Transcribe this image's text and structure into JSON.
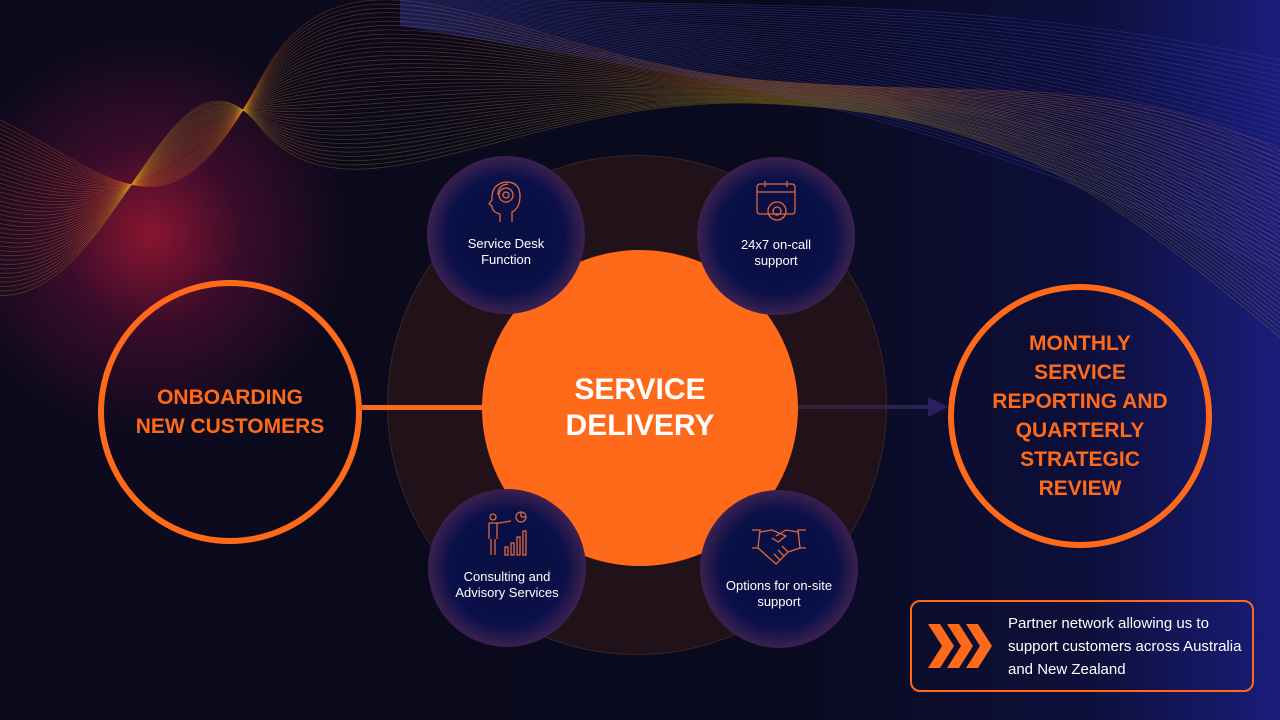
{
  "center": {
    "title_line1": "SERVICE",
    "title_line2": "DELIVERY"
  },
  "left": {
    "line1": "ONBOARDING",
    "line2": "NEW CUSTOMERS"
  },
  "right": {
    "lines": [
      "MONTHLY",
      "SERVICE",
      "REPORTING AND",
      "QUARTERLY",
      "STRATEGIC",
      "REVIEW"
    ]
  },
  "services": [
    {
      "l1": "Service Desk",
      "l2": "Function",
      "icon": "headset-head-icon"
    },
    {
      "l1": "24x7 on-call",
      "l2": "support",
      "icon": "calendar-gear-icon"
    },
    {
      "l1": "Consulting and",
      "l2": "Advisory Services",
      "icon": "presenter-chart-icon"
    },
    {
      "l1": "Options for on-site",
      "l2": "support",
      "icon": "handshake-icon"
    }
  ],
  "callout": {
    "text": "Partner network allowing us to support customers across Australia and New Zealand",
    "icon": "chevrons-right-icon"
  },
  "colors": {
    "accent": "#ff6a1a",
    "bg": "#0a0a1e"
  }
}
